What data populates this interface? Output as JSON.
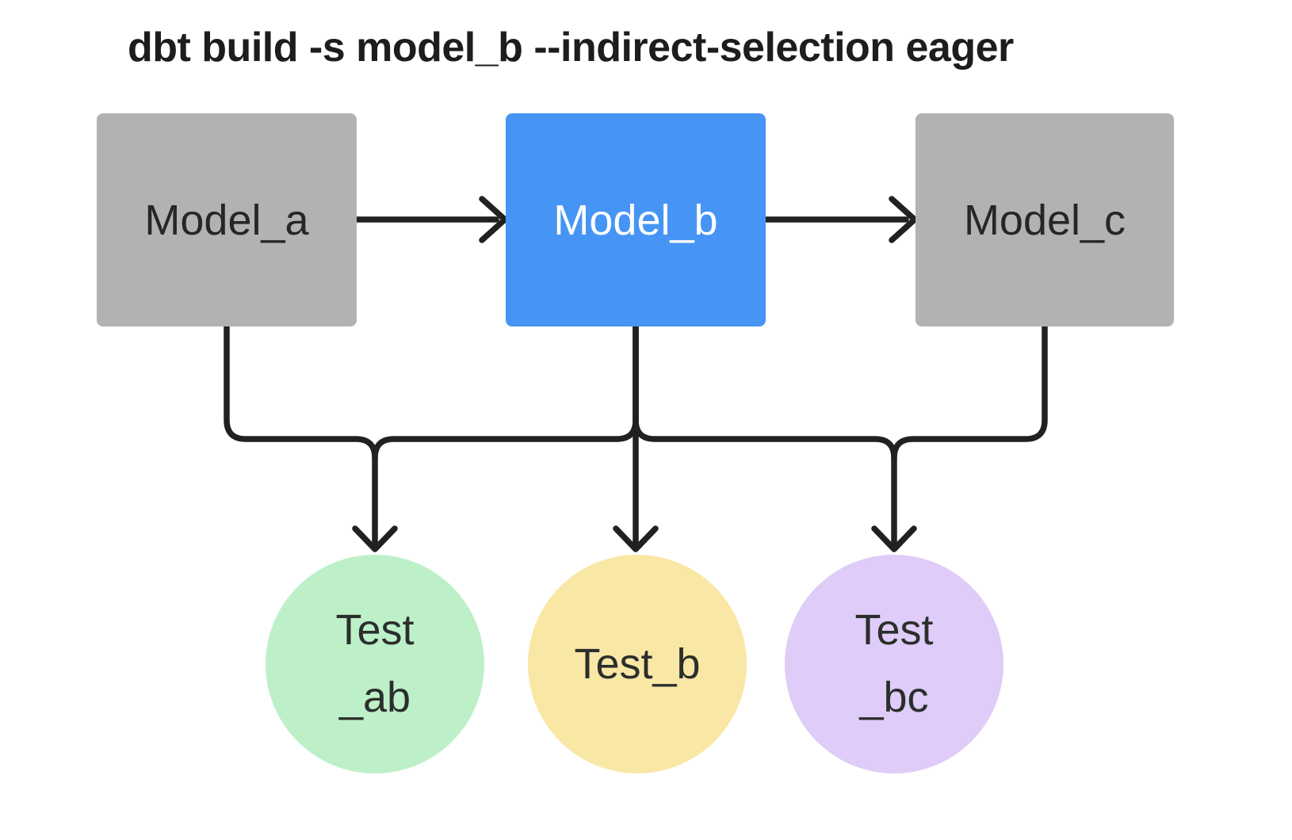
{
  "title": "dbt build -s model_b --indirect-selection eager",
  "diagram": {
    "models": [
      {
        "id": "model_a",
        "label": "Model_a",
        "highlighted": false
      },
      {
        "id": "model_b",
        "label": "Model_b",
        "highlighted": true
      },
      {
        "id": "model_c",
        "label": "Model_c",
        "highlighted": false
      }
    ],
    "tests": [
      {
        "id": "test_ab",
        "lines": [
          "Test",
          "_ab"
        ]
      },
      {
        "id": "test_b",
        "lines": [
          "Test_b"
        ]
      },
      {
        "id": "test_bc",
        "lines": [
          "Test",
          "_bc"
        ]
      }
    ],
    "edges": [
      {
        "from": "model_a",
        "to": "model_b"
      },
      {
        "from": "model_b",
        "to": "model_c"
      },
      {
        "from": "model_a",
        "to": "test_ab"
      },
      {
        "from": "model_b",
        "to": "test_ab"
      },
      {
        "from": "model_b",
        "to": "test_b"
      },
      {
        "from": "model_b",
        "to": "test_bc"
      },
      {
        "from": "model_c",
        "to": "test_bc"
      }
    ]
  },
  "colors": {
    "model_gray": "#b2b2b2",
    "model_selected_blue": "#4695f4",
    "test_green": "#bdf0c9",
    "test_yellow": "#f9e7a6",
    "test_purple": "#dfccf8",
    "edge_line": "#212121",
    "text_dark": "#262626",
    "text_on_blue": "#ffffff"
  }
}
